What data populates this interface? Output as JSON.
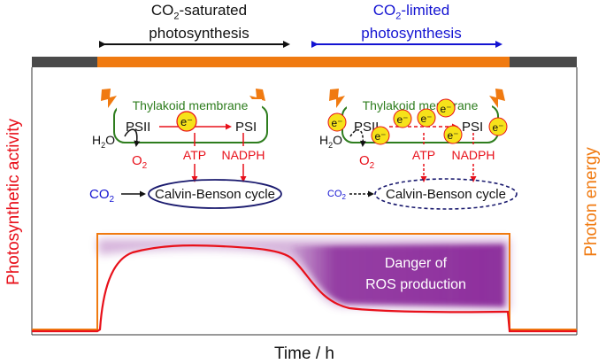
{
  "headers": {
    "left": {
      "pre": "CO",
      "sub": "2",
      "post": "-saturated",
      "line2": "photosynthesis"
    },
    "right": {
      "pre": "CO",
      "sub": "2",
      "post": "-limited",
      "line2": "photosynthesis"
    }
  },
  "axes": {
    "x_label": "Time / h",
    "y_left_label": "Photosynthetic activity",
    "y_right_label": "Photon energy"
  },
  "left_panel": {
    "membrane_label": "Thylakoid membrane",
    "psii": "PSII",
    "psi": "PSI",
    "electron": "e⁻",
    "water": {
      "pre": "H",
      "sub": "2",
      "post": "O"
    },
    "oxygen": {
      "pre": "O",
      "sub": "2"
    },
    "atp": "ATP",
    "nadph": "NADPH",
    "co2": {
      "pre": "CO",
      "sub": "2"
    },
    "cycle": "Calvin-Benson cycle"
  },
  "right_panel": {
    "membrane_label": "Thylakoid membrane",
    "psii": "PSII",
    "psi": "PSI",
    "electron": "e⁻",
    "water": {
      "pre": "H",
      "sub": "2",
      "post": "O"
    },
    "oxygen": {
      "pre": "O",
      "sub": "2"
    },
    "atp": "ATP",
    "nadph": "NADPH",
    "co2": {
      "pre": "CO",
      "sub": "2"
    },
    "cycle": "Calvin-Benson cycle"
  },
  "danger": {
    "line1": "Danger of",
    "line2": "ROS production"
  },
  "colors": {
    "red": "#e8101a",
    "orange": "#f07a10",
    "dark_bar": "#4a4a4a",
    "green": "#2e7d1e",
    "blue": "#1414d2",
    "electron_fill": "#f6e21a",
    "purple": "#8a2a9a"
  }
}
